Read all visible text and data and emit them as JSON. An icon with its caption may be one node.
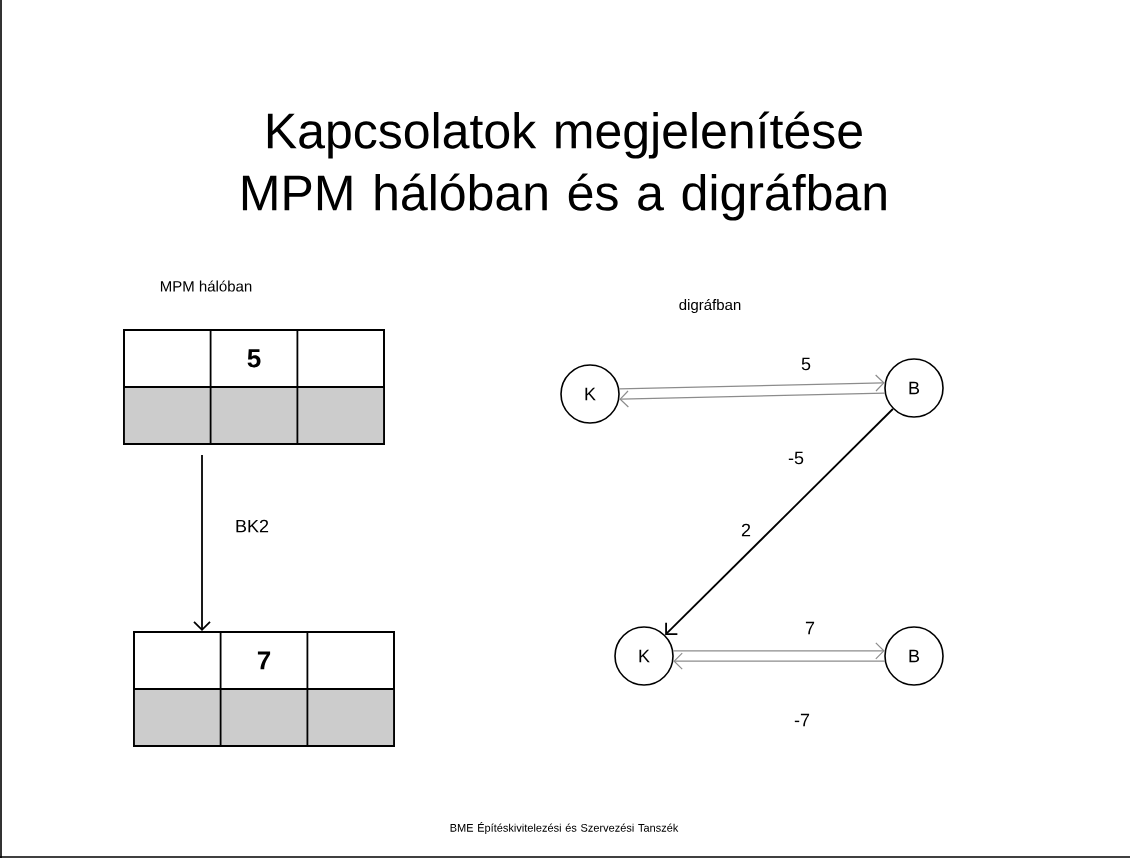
{
  "diagram": {
    "title": "Kapcsolatok megjelenítése MPM hálóban és a digráfban",
    "nodes": [
      {
        "text": [
          "5"
        ]
      },
      {
        "text": [
          "7"
        ]
      },
      {
        "text": [
          "K"
        ]
      },
      {
        "text": [
          "B"
        ]
      },
      {
        "text": [
          "K"
        ]
      },
      {
        "text": [
          "B"
        ]
      }
    ],
    "edges": [
      {
        "from": 0,
        "to": 1,
        "arrow": "to",
        "label": "BK2",
        "color": "#000000"
      },
      {
        "from": 2,
        "to": 3,
        "arrow": "to",
        "label": "5"
      },
      {
        "from": 3,
        "to": 2,
        "arrow": "to",
        "label": "-5"
      },
      {
        "from": 3,
        "to": 4,
        "arrow": "to",
        "label": "2",
        "color": "#000000"
      },
      {
        "from": 4,
        "to": 5,
        "arrow": "to",
        "label": "7"
      },
      {
        "from": 5,
        "to": 4,
        "arrow": "to",
        "label": "-7"
      }
    ],
    "labels": [
      "MPM hálóban",
      "digráfban",
      "BME Építéskivitelezési és Szervezési Tanszék"
    ]
  }
}
